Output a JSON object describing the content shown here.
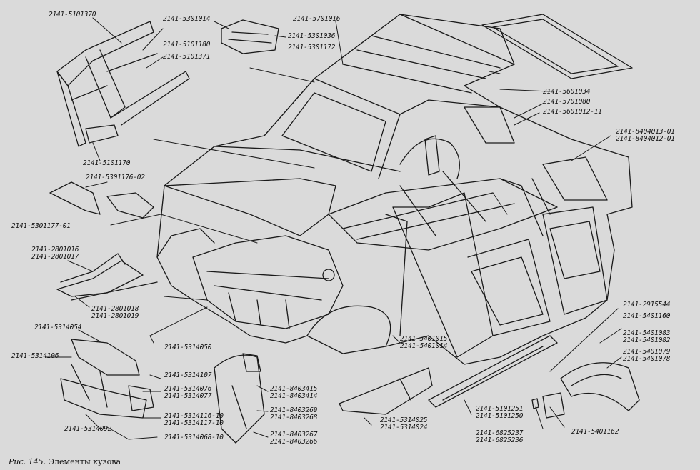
{
  "caption": {
    "fig": "Рис. 145.",
    "title": "Элементы кузова"
  },
  "labels": [
    [
      "2141-5101370"
    ],
    [
      "2141-5101180"
    ],
    [
      "2141-5101371"
    ],
    [
      "2141-5101170"
    ],
    [
      "2141-5301014"
    ],
    [
      "2141-5301036"
    ],
    [
      "2141-5301172"
    ],
    [
      "2141-5701016"
    ],
    [
      "2141-5601034"
    ],
    [
      "2141-5701080"
    ],
    [
      "2141-5601012-11"
    ],
    [
      "2141-8404013-01",
      "2141-8404012-01"
    ],
    [
      "2141-5301176-02"
    ],
    [
      "2141-5301177-01"
    ],
    [
      "2141-2801016",
      "2141-2801017"
    ],
    [
      "2141-2801018",
      "2141-2801019"
    ],
    [
      "2141-5314054"
    ],
    [
      "2141-5314106"
    ],
    [
      "2141-5314050"
    ],
    [
      "2141-5314107"
    ],
    [
      "2141-5314076",
      "2141-5314077"
    ],
    [
      "2141-5314116-10",
      "2141-5314117-10"
    ],
    [
      "2141-5314092"
    ],
    [
      "2141-5314068-10"
    ],
    [
      "2141-8403415",
      "2141-8403414"
    ],
    [
      "2141-8403269",
      "2141-8403268"
    ],
    [
      "2141-8403267",
      "2141-8403266"
    ],
    [
      "2141-5401015",
      "2141-5401014"
    ],
    [
      "2141-5314025",
      "2141-5314024"
    ],
    [
      "2141-5101251",
      "2141-5101250"
    ],
    [
      "2141-6825237",
      "2141-6825236"
    ],
    [
      "2141-5401162"
    ],
    [
      "2141-2915544"
    ],
    [
      "2141-5401160"
    ],
    [
      "2141-5401083",
      "2141-5401082"
    ],
    [
      "2141-5401079",
      "2141-5401078"
    ]
  ]
}
